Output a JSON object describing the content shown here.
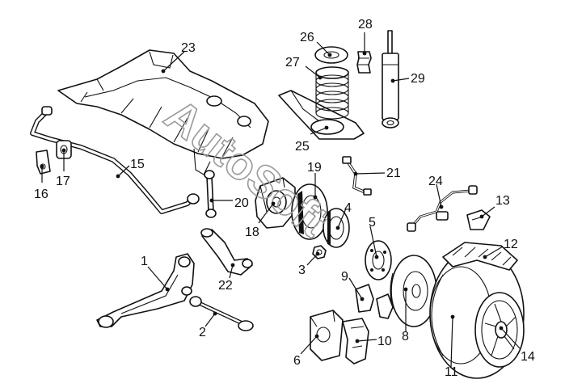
{
  "watermark": "AutoSoft",
  "colors": {
    "line": "#111111",
    "background": "#ffffff",
    "watermark": "#9a9a9a"
  },
  "callouts": [
    {
      "id": "1",
      "part": "trailing-arm"
    },
    {
      "id": "2",
      "part": "lower-link"
    },
    {
      "id": "3",
      "part": "hub-nut"
    },
    {
      "id": "4",
      "part": "wheel-bearing"
    },
    {
      "id": "5",
      "part": "hub-flange"
    },
    {
      "id": "6",
      "part": "brake-caliper"
    },
    {
      "id": "8",
      "part": "brake-disc"
    },
    {
      "id": "9",
      "part": "brake-pads"
    },
    {
      "id": "10",
      "part": "caliper-bracket"
    },
    {
      "id": "11",
      "part": "tire"
    },
    {
      "id": "12",
      "part": "tire-tread"
    },
    {
      "id": "13",
      "part": "abs-connector"
    },
    {
      "id": "14",
      "part": "wheel-rim"
    },
    {
      "id": "15",
      "part": "stabilizer-bar"
    },
    {
      "id": "16",
      "part": "stabilizer-clamp"
    },
    {
      "id": "17",
      "part": "stabilizer-bushing"
    },
    {
      "id": "18",
      "part": "wheel-carrier"
    },
    {
      "id": "19",
      "part": "dust-shield"
    },
    {
      "id": "20",
      "part": "stabilizer-link"
    },
    {
      "id": "21",
      "part": "brake-hose"
    },
    {
      "id": "22",
      "part": "upper-control-arm"
    },
    {
      "id": "23",
      "part": "rear-subframe"
    },
    {
      "id": "24",
      "part": "abs-sensor"
    },
    {
      "id": "25",
      "part": "spring-lower-arm"
    },
    {
      "id": "26",
      "part": "upper-spring-seat"
    },
    {
      "id": "27",
      "part": "coil-spring"
    },
    {
      "id": "28",
      "part": "bump-stop"
    },
    {
      "id": "29",
      "part": "shock-absorber"
    }
  ]
}
